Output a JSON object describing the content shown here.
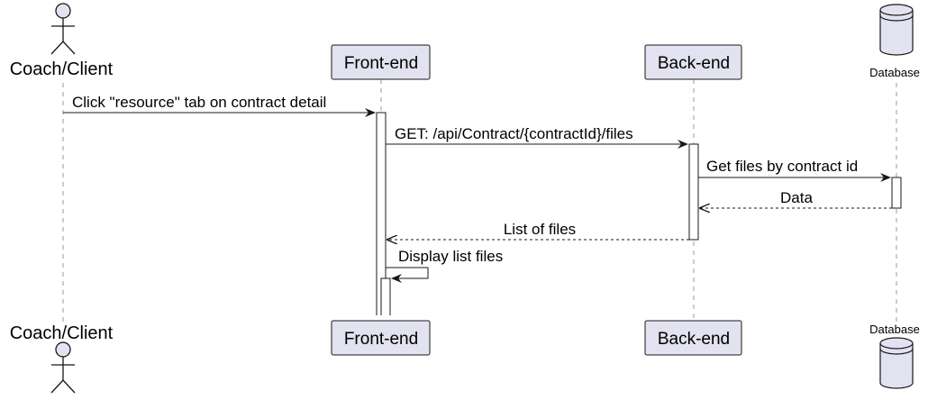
{
  "participants": {
    "client": "Coach/Client",
    "frontend": "Front-end",
    "backend": "Back-end",
    "database": "Database"
  },
  "messages": [
    {
      "from": "client",
      "to": "frontend",
      "text": "Click \"resource\" tab on contract detail",
      "style": "solid"
    },
    {
      "from": "frontend",
      "to": "backend",
      "text": "GET: /api/Contract/{contractId}/files",
      "style": "solid"
    },
    {
      "from": "backend",
      "to": "database",
      "text": "Get files by contract id",
      "style": "solid"
    },
    {
      "from": "database",
      "to": "backend",
      "text": "Data",
      "style": "dashed"
    },
    {
      "from": "backend",
      "to": "frontend",
      "text": "List of files",
      "style": "dashed"
    },
    {
      "from": "frontend",
      "to": "frontend",
      "text": "Display list files",
      "style": "self"
    }
  ],
  "colors": {
    "box_fill": "#e2e2f0",
    "box_stroke": "#181818",
    "lifeline": "#9a9a9a",
    "line": "#181818"
  }
}
